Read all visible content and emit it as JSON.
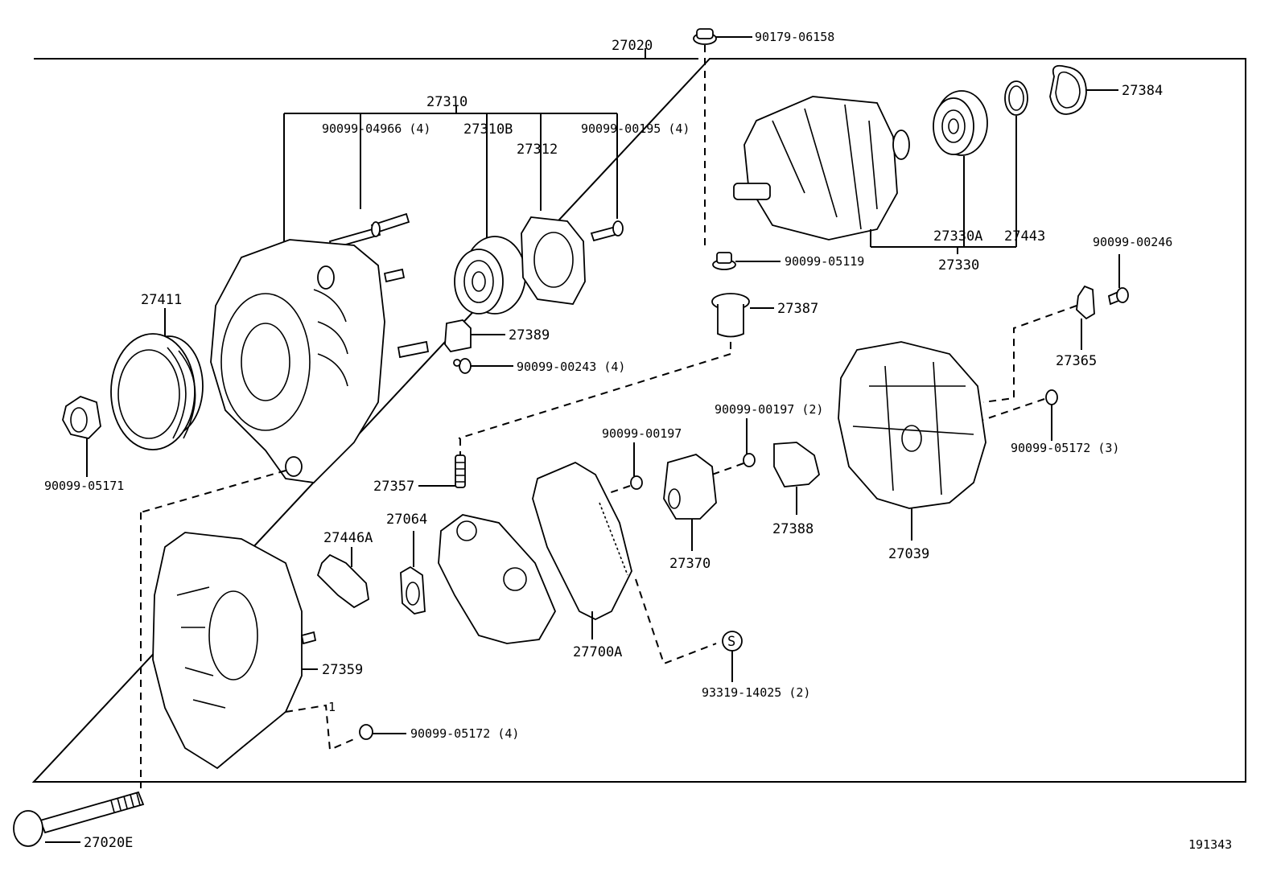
{
  "diagram": {
    "type": "exploded-parts-diagram",
    "subject": "alternator assembly",
    "figure_id": "191343",
    "assembly_number": "27020",
    "parts": {
      "p27020": "27020",
      "p90179_06158": "90179-06158",
      "p27310": "27310",
      "p90099_04966": "90099-04966 (4)",
      "p27310B": "27310B",
      "p27312": "27312",
      "p90099_00195": "90099-00195 (4)",
      "p27384": "27384",
      "p27330A": "27330A",
      "p27443": "27443",
      "p27330": "27330",
      "p90099_05119": "90099-05119",
      "p90099_00246": "90099-00246",
      "p27411": "27411",
      "p27387": "27387",
      "p27389": "27389",
      "p90099_00243": "90099-00243 (4)",
      "p27365": "27365",
      "p90099_00197_2": "90099-00197 (2)",
      "p90099_00197": "90099-00197",
      "p90099_05172_3": "90099-05172 (3)",
      "p90099_05171": "90099-05171",
      "p27357": "27357",
      "p27064": "27064",
      "p27446A": "27446A",
      "p27388": "27388",
      "p27039": "27039",
      "p27370": "27370",
      "p27700A": "27700A",
      "p93319_14025": "93319-14025 (2)",
      "p27359": "27359",
      "p90099_05172_4": "90099-05172 (4)",
      "p27020E": "27020E",
      "ref_1": "1",
      "symbol_S": "S"
    }
  }
}
